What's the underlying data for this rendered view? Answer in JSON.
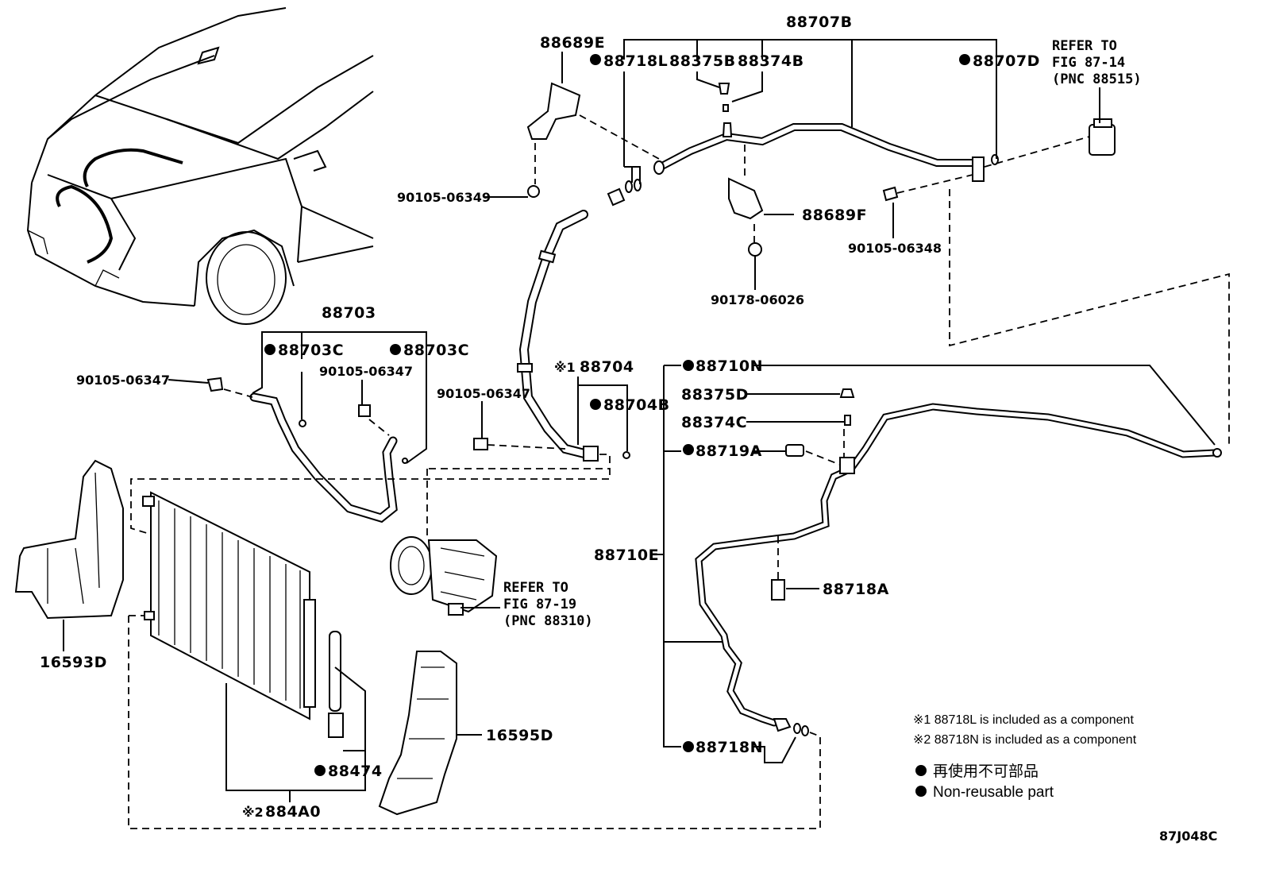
{
  "labels": {
    "p88707B": "88707B",
    "p88689E": "88689E",
    "p88718L": "88718L",
    "p88375B": "88375B",
    "p88374B": "88374B",
    "p88707D": "88707D",
    "refer_top_1": "REFER TO",
    "refer_top_2": "FIG 87-14",
    "refer_top_3": "(PNC 88515)",
    "p90105_06349": "90105-06349",
    "p88689F": "88689F",
    "p90105_06348": "90105-06348",
    "p90178_06026": "90178-06026",
    "p88703": "88703",
    "p88703C_a": "88703C",
    "p88703C_b": "88703C",
    "p90105_06347_a": "90105-06347",
    "p90105_06347_b": "90105-06347",
    "p90105_06347_c": "90105-06347",
    "p88704": "88704",
    "p88704_mark": "※1",
    "p88704B": "88704B",
    "p88710N": "88710N",
    "p88375D": "88375D",
    "p88374C": "88374C",
    "p88719A": "88719A",
    "p88710E": "88710E",
    "p88718A": "88718A",
    "p88718N": "88718N",
    "refer_mid_1": "REFER TO",
    "refer_mid_2": "FIG 87-19",
    "refer_mid_3": "(PNC 88310)",
    "p16593D": "16593D",
    "p16595D": "16595D",
    "p88474": "88474",
    "p884A0": "884A0",
    "p884A0_mark": "※2",
    "code": "87J048C"
  },
  "notes": {
    "note1": "※1 88718L  is included as a component",
    "note2": "※2 88718N is included as a component"
  },
  "legend": {
    "jp": "再使用不可部品",
    "en": "Non-reusable part"
  }
}
